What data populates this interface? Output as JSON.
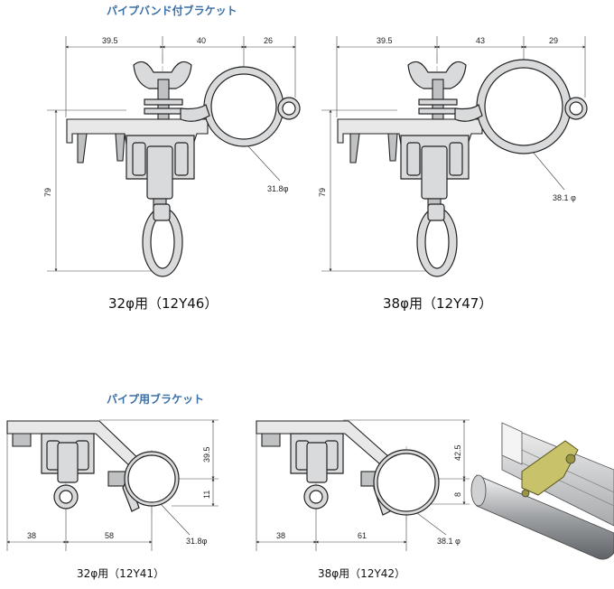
{
  "sections": {
    "band_bracket_title": "パイプバンド付ブラケット",
    "pipe_bracket_title": "パイプ用ブラケット"
  },
  "figures": {
    "fig1": {
      "dim_a": "39.5",
      "dim_b": "40",
      "dim_c": "26",
      "height": "79",
      "pipe_dia": "31.8φ",
      "caption": "32φ用（12Y46）"
    },
    "fig2": {
      "dim_a": "39.5",
      "dim_b": "43",
      "dim_c": "29",
      "height": "79",
      "pipe_dia": "38.1 φ",
      "caption": "38φ用（12Y47）"
    },
    "fig3": {
      "dim_a": "38",
      "dim_b": "58",
      "height_a": "39.5",
      "height_b": "11",
      "pipe_dia": "31.8φ",
      "caption": "32φ用（12Y41）"
    },
    "fig4": {
      "dim_a": "38",
      "dim_b": "61",
      "height_a": "42.5",
      "height_b": "8",
      "pipe_dia": "38.1 φ",
      "caption": "38φ用（12Y42）"
    }
  },
  "colors": {
    "title": "#3a6fa8",
    "metal": "#d9dadb",
    "line": "#222222",
    "photo_bracket": "#c8c26a"
  }
}
